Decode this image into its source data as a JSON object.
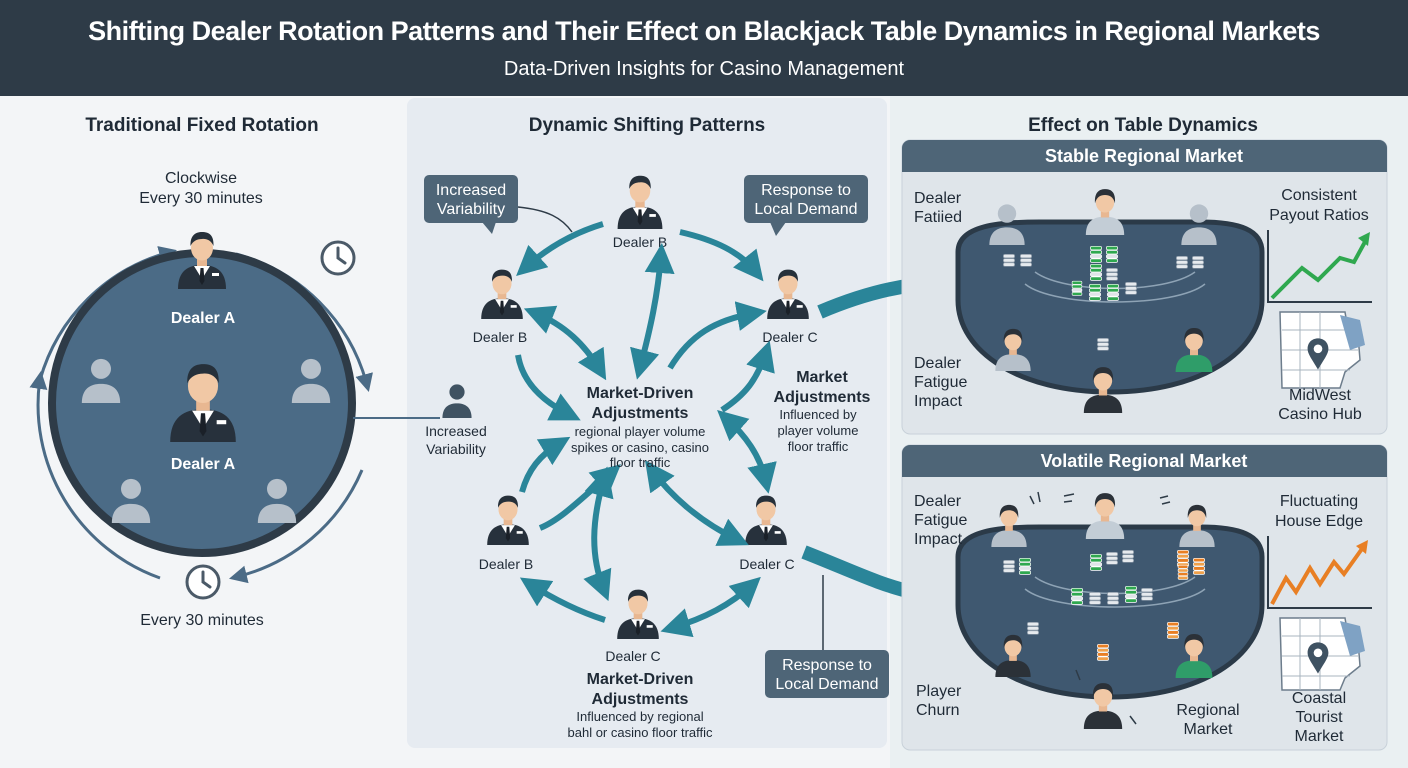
{
  "header": {
    "title": "Shifting Dealer Rotation Patterns and Their Effect on Blackjack Table Dynamics in Regional Markets",
    "subtitle": "Data-Driven Insights for Casino Management"
  },
  "left": {
    "heading": "Traditional Fixed Rotation",
    "direction": "Clockwise",
    "interval_top": "Every 30 minutes",
    "interval_bottom": "Every 30 minutes",
    "dealer_top": "Dealer A",
    "dealer_center": "Dealer A",
    "side_icon_label_1": "Increased",
    "side_icon_label_2": "Variability"
  },
  "middle": {
    "heading": "Dynamic Shifting Patterns",
    "bubble_tl_1": "Increased",
    "bubble_tl_2": "Variability",
    "bubble_tr_1": "Response to",
    "bubble_tr_2": "Local Demand",
    "bubble_br_1": "Response to",
    "bubble_br_2": "Local Demand",
    "dealer_top": "Dealer B",
    "dealer_left": "Dealer B",
    "dealer_right": "Dealer C",
    "dealer_bl": "Dealer B",
    "dealer_br": "Dealer C",
    "dealer_bottom": "Dealer C",
    "center_title_1": "Market-Driven",
    "center_title_2": "Adjustments",
    "center_desc_1": "regional player volume",
    "center_desc_2": "spikes or casino, casino",
    "center_desc_3": "floor traffic",
    "right_title_1": "Market",
    "right_title_2": "Adjustments",
    "right_desc_1": "Influenced by",
    "right_desc_2": "player volume",
    "right_desc_3": "floor traffic",
    "bottom_title_1": "Market-Driven",
    "bottom_title_2": "Adjustments",
    "bottom_desc_1": "Influenced by regional",
    "bottom_desc_2": "bahl or casino floor traffic"
  },
  "right": {
    "heading": "Effect on Table Dynamics",
    "stable": {
      "title": "Stable Regional Market",
      "label_dealer_1": "Dealer",
      "label_dealer_2": "Fatiied",
      "label_fatigue_1": "Dealer",
      "label_fatigue_2": "Fatigue",
      "label_fatigue_3": "Impact",
      "chart_label_1": "Consistent",
      "chart_label_2": "Payout Ratios",
      "map_label_1": "MidWest",
      "map_label_2": "Casino Hub"
    },
    "volatile": {
      "title": "Volatile Regional Market",
      "label_fatigue_1": "Dealer",
      "label_fatigue_2": "Fatigue",
      "label_fatigue_3": "Impact",
      "label_churn_1": "Player",
      "label_churn_2": "Churn",
      "label_regional_1": "Regional",
      "label_regional_2": "Market",
      "chart_label_1": "Fluctuating",
      "chart_label_2": "House Edge",
      "map_label_1": "Coastal",
      "map_label_2": "Tourist",
      "map_label_3": "Market"
    }
  },
  "colors": {
    "header": "#2e3b47",
    "teal": "#2a8599",
    "circle": "#4b6b86",
    "panel_title": "#4e6577",
    "green": "#2fa84f",
    "orange": "#e87f24"
  }
}
